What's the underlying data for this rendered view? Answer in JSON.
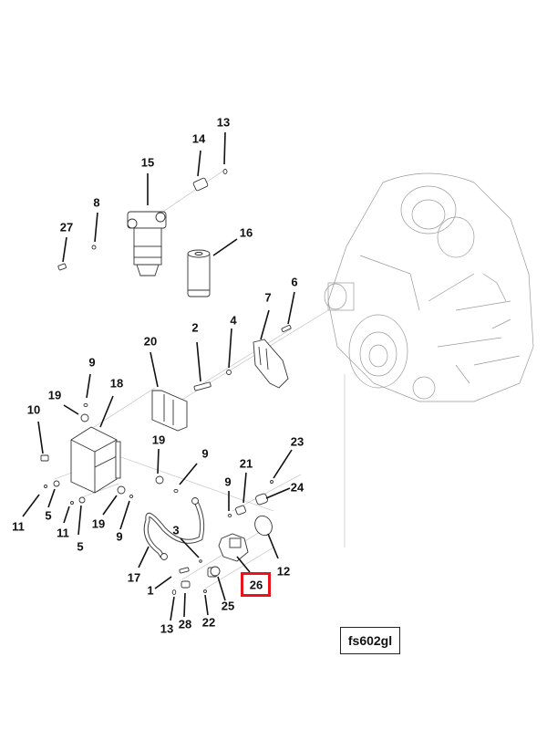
{
  "diagram": {
    "title": "Fuel filter and pump exploded parts diagram",
    "reference_code": "fs602gl",
    "highlighted_callout": "26",
    "highlight_color": "#e8141b",
    "callouts": [
      {
        "id": "c13a",
        "label": "13"
      },
      {
        "id": "c14",
        "label": "14"
      },
      {
        "id": "c15",
        "label": "15"
      },
      {
        "id": "c8",
        "label": "8"
      },
      {
        "id": "c27",
        "label": "27"
      },
      {
        "id": "c16",
        "label": "16"
      },
      {
        "id": "c6",
        "label": "6"
      },
      {
        "id": "c7",
        "label": "7"
      },
      {
        "id": "c2",
        "label": "2"
      },
      {
        "id": "c4",
        "label": "4"
      },
      {
        "id": "c20",
        "label": "20"
      },
      {
        "id": "c9a",
        "label": "9"
      },
      {
        "id": "c19a",
        "label": "19"
      },
      {
        "id": "c18",
        "label": "18"
      },
      {
        "id": "c10",
        "label": "10"
      },
      {
        "id": "c19b",
        "label": "19"
      },
      {
        "id": "c9b",
        "label": "9"
      },
      {
        "id": "c23",
        "label": "23"
      },
      {
        "id": "c21",
        "label": "21"
      },
      {
        "id": "c9c",
        "label": "9"
      },
      {
        "id": "c24",
        "label": "24"
      },
      {
        "id": "c11a",
        "label": "11"
      },
      {
        "id": "c5a",
        "label": "5"
      },
      {
        "id": "c11b",
        "label": "11"
      },
      {
        "id": "c5b",
        "label": "5"
      },
      {
        "id": "c19c",
        "label": "19"
      },
      {
        "id": "c9d",
        "label": "9"
      },
      {
        "id": "c3",
        "label": "3"
      },
      {
        "id": "c17",
        "label": "17"
      },
      {
        "id": "c12",
        "label": "12"
      },
      {
        "id": "c1",
        "label": "1"
      },
      {
        "id": "c26",
        "label": "26"
      },
      {
        "id": "c25",
        "label": "25"
      },
      {
        "id": "c13b",
        "label": "13"
      },
      {
        "id": "c28",
        "label": "28"
      },
      {
        "id": "c22",
        "label": "22"
      }
    ]
  }
}
